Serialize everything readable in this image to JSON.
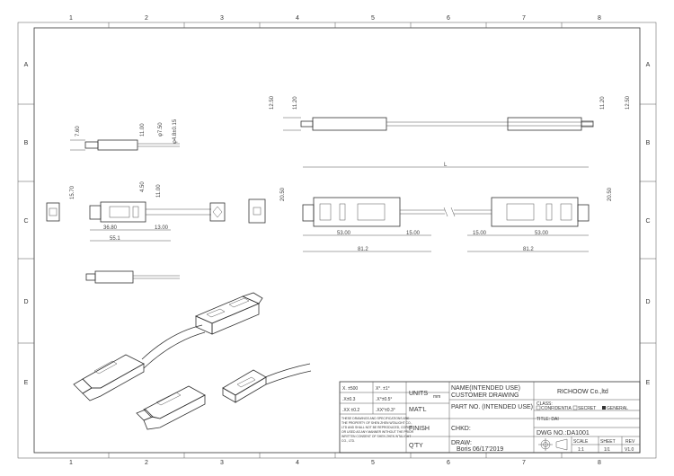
{
  "frame": {
    "col_labels": [
      "1",
      "2",
      "3",
      "4",
      "5",
      "6",
      "7",
      "8"
    ],
    "row_labels": [
      "A",
      "B",
      "C",
      "D",
      "E"
    ]
  },
  "dimensions": {
    "top_view_left_a": "12.50",
    "top_view_left_b": "11.20",
    "top_view_right_a": "11.20",
    "top_view_right_b": "12.50",
    "side_small_a": "7.60",
    "side_small_b": "11.00",
    "side_small_c": "φ7.50",
    "side_small_d": "φ4.8±0.15",
    "mid_a": "15.70",
    "mid_b": "4.50",
    "mid_c": "11.00",
    "mid_d": "36.80",
    "mid_e": "13.00",
    "mid_f": "55.1",
    "big_left_h": "20.50",
    "big_right_h": "20.50",
    "big_length": "L",
    "big_l1": "53.00",
    "big_l2": "15.00",
    "big_l3": "81.2",
    "big_r1": "15.00",
    "big_r2": "53.00",
    "big_r3": "81.2"
  },
  "title_block": {
    "tol_1": "X. ±500",
    "tol_1b": "X°. ±1°",
    "tol_2": ".X±0.3",
    "tol_2b": ".X°±0.5°",
    "tol_3": ".XX ±0.2",
    "tol_3b": ".XX°±0.3°",
    "units_label": "UNITS",
    "units_value": "mm",
    "matl_label": "MAT'L",
    "finish_label": "FINISH",
    "qty_label": "Q'TY",
    "notice_lines": [
      "THESE DRAWINGS AND SPECIFICATIONS ARE",
      "THE PROPERTY OF SHEN ZHEN WTALIGHT CO.,",
      "LTD AND SHALL NOT BE REPRODUCED, COPIED",
      "OR USED AS ANY MANNER WITHOUT THE PRIOR",
      "WRITTEN CONSENT OF SHEN ZHEN WTALIGHT",
      "CO., LTD."
    ],
    "name_label": "NAME(INTENDED USE)",
    "name_value": "CUSTOMER DRAWING",
    "company": "RICHOOW Co.,ltd",
    "part_label": "PART NO. (INTENDED USE)",
    "class_label": "CLASS:",
    "class_options": [
      "CONFIDENTIA",
      "SECRET",
      "GENERAL"
    ],
    "chkd_label": "CHKD:",
    "title_label": "TITLE: DAI",
    "draw_label": "DRAW:",
    "draw_value": "Boris 06/17'2019",
    "dwg_label": "DWG NO.:DA1001",
    "scale_label": "SCALE",
    "scale_value": "1:1",
    "sheet_label": "SHEET",
    "sheet_value": "1/1",
    "rev_label": "REV",
    "rev_value": "V1.0"
  }
}
